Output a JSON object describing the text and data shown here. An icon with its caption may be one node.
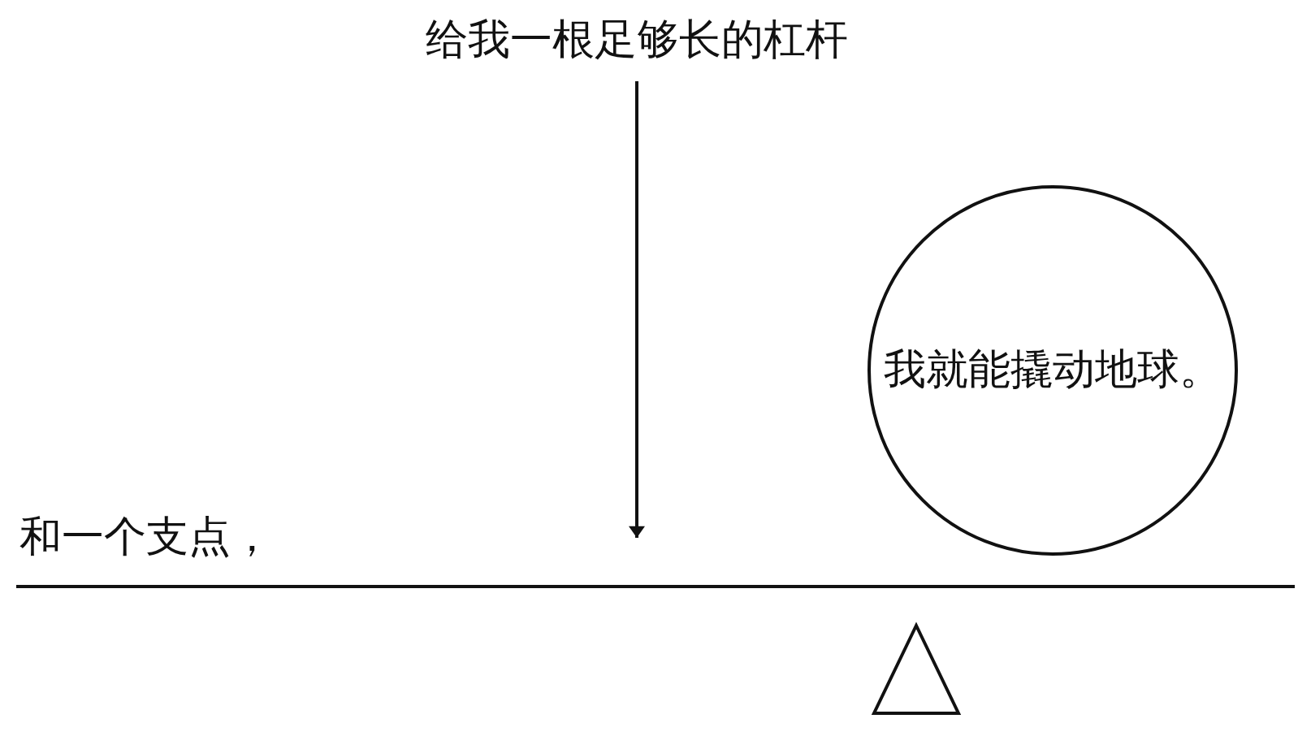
{
  "diagram": {
    "nodes": [
      {
        "text": [
          "我就能撬动地球。"
        ]
      }
    ],
    "labels": [
      "给我一根足够长的杠杆",
      "和一个支点，"
    ]
  }
}
